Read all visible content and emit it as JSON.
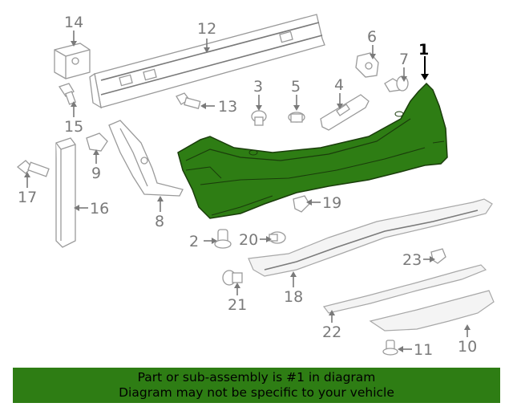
{
  "diagram": {
    "highlight_color": "#2e7d14",
    "highlighted_callout": "1",
    "callouts": [
      "1",
      "2",
      "3",
      "4",
      "5",
      "6",
      "7",
      "8",
      "9",
      "10",
      "11",
      "12",
      "13",
      "14",
      "15",
      "16",
      "17",
      "18",
      "19",
      "20",
      "21",
      "22",
      "23"
    ]
  },
  "banner": {
    "background": "#2e7d14",
    "line1": "Part or sub-assembly is #1 in diagram",
    "line2": "Diagram may not be specific to your vehicle"
  }
}
